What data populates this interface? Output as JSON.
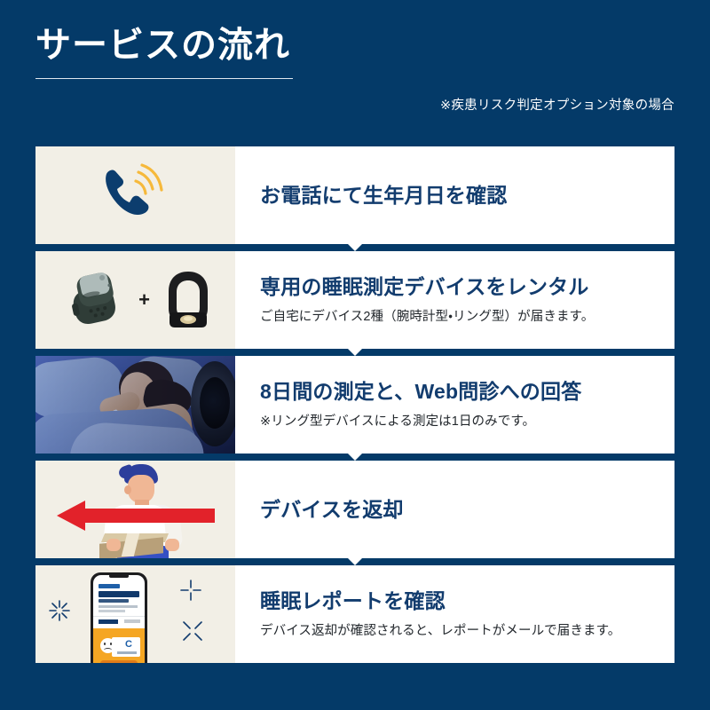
{
  "header": {
    "title": "サービスの流れ",
    "note": "※疾患リスク判定オプション対象の場合"
  },
  "theme": {
    "background_navy": "#043a68",
    "card_white": "#ffffff",
    "media_cream": "#f2efe6",
    "title_navy": "#123c6e",
    "accent_yellow": "#f6b93b",
    "accent_red": "#e2222a",
    "accent_orange": "#f5a623"
  },
  "steps": [
    {
      "icon": "phone-call-icon",
      "title": "お電話にて生年月日を確認",
      "desc": ""
    },
    {
      "icon": "sleep-devices-image",
      "title": "専用の睡眠測定デバイスをレンタル",
      "desc": "ご自宅にデバイス2種（腕時計型・リング型）が届きます。",
      "plus": "+"
    },
    {
      "icon": "sleeping-woman-photo",
      "title": "8日間の測定と、Web問診への回答",
      "desc": "※リング型デバイスによる測定は1日のみです。"
    },
    {
      "icon": "device-return-illustration",
      "title": "デバイスを返却",
      "desc": ""
    },
    {
      "icon": "sleep-report-phone-illustration",
      "title": "睡眠レポートを確認",
      "desc": "デバイス返却が確認されると、レポートがメールで届きます。",
      "phone_report": {
        "grade": "C"
      }
    }
  ]
}
